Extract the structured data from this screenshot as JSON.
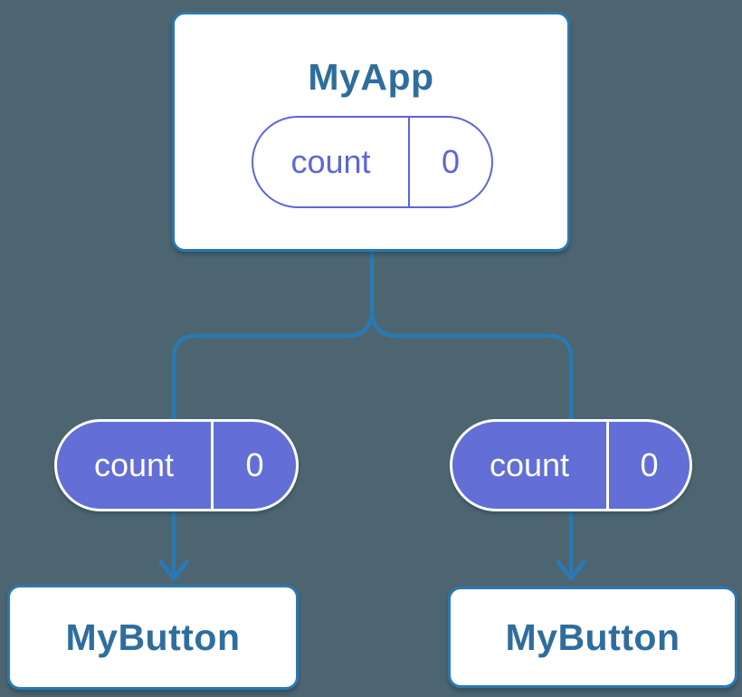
{
  "colors": {
    "background": "#4d6570",
    "connector": "#2a79b2",
    "card_border": "#2a79b2",
    "card_bg": "#ffffff",
    "component_text": "#2f6d9d",
    "pill_fill": "#636ed6",
    "pill_fill_text": "#ffffff",
    "pill_outline": "#5c66d8",
    "pill_outline_text": "#5c66d8"
  },
  "diagram": {
    "root": {
      "title": "MyApp",
      "state": {
        "label": "count",
        "value": "0"
      }
    },
    "children": [
      {
        "title": "MyButton",
        "prop": {
          "label": "count",
          "value": "0"
        }
      },
      {
        "title": "MyButton",
        "prop": {
          "label": "count",
          "value": "0"
        }
      }
    ]
  }
}
